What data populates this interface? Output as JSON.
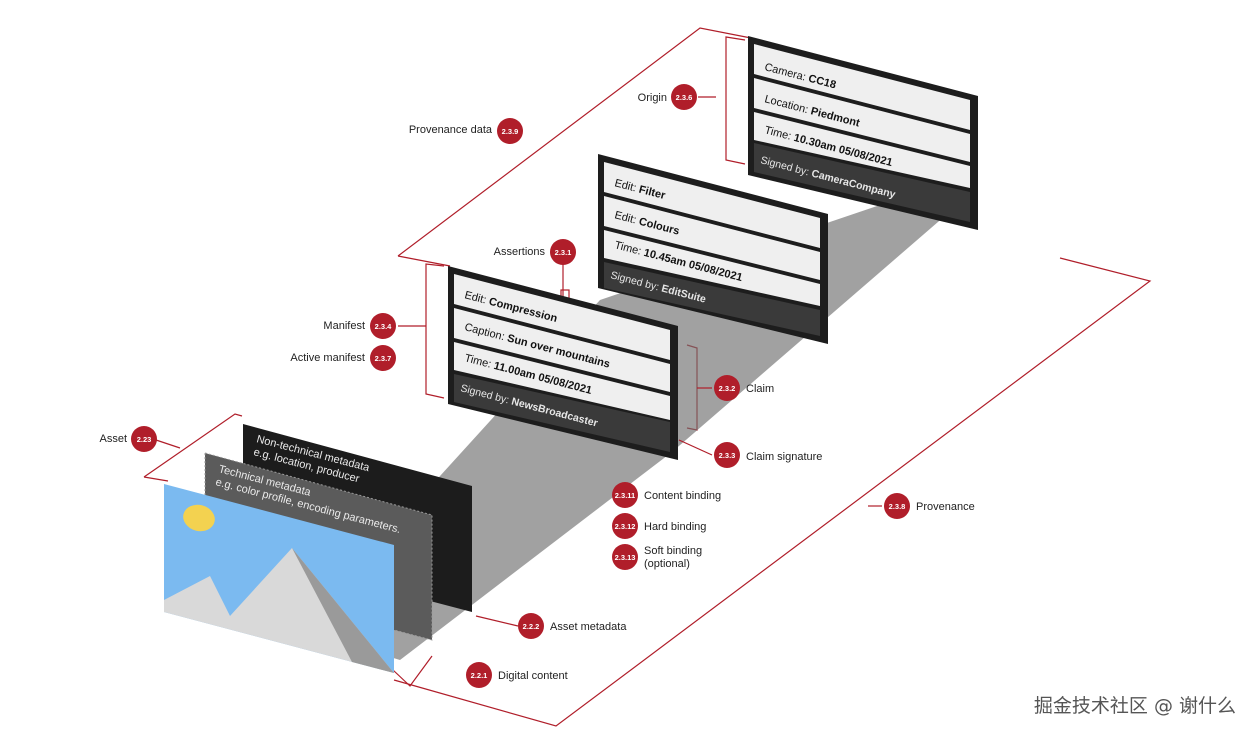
{
  "colors": {
    "accent": "#b01e2a",
    "card": "#1f1f1f",
    "beam": "#7a7a7a",
    "sky": "#7bbaf0",
    "sun": "#f3d250"
  },
  "origin_card": {
    "rows": [
      {
        "key": "Camera: ",
        "value": "CC18"
      },
      {
        "key": "Location: ",
        "value": "Piedmont"
      },
      {
        "key": "Time: ",
        "value": "10.30am 05/08/2021"
      }
    ],
    "signed_key": "Signed by: ",
    "signed_value": "CameraCompany"
  },
  "edit_card": {
    "rows": [
      {
        "key": "Edit: ",
        "value": "Filter"
      },
      {
        "key": "Edit: ",
        "value": "Colours"
      },
      {
        "key": "Time: ",
        "value": "10.45am 05/08/2021"
      }
    ],
    "signed_key": "Signed by: ",
    "signed_value": "EditSuite"
  },
  "active_card": {
    "rows": [
      {
        "key": "Edit: ",
        "value": "Compression"
      },
      {
        "key": "Caption: ",
        "value": "Sun over mountains"
      },
      {
        "key": "Time: ",
        "value": "11.00am 05/08/2021"
      }
    ],
    "signed_key": "Signed by: ",
    "signed_value": "NewsBroadcaster"
  },
  "metadata": {
    "non_technical_1": "Non-technical metadata",
    "non_technical_2": "e.g. location, producer",
    "technical_1": "Technical metadata",
    "technical_2": "e.g. color profile, encoding parameters."
  },
  "labels": {
    "origin": {
      "text": "Origin",
      "badge": "2.3.6"
    },
    "provenance_data": {
      "text": "Provenance data",
      "badge": "2.3.9"
    },
    "assertions": {
      "text": "Assertions",
      "badge": "2.3.1"
    },
    "manifest": {
      "text": "Manifest",
      "badge": "2.3.4"
    },
    "active_manifest": {
      "text": "Active manifest",
      "badge": "2.3.7"
    },
    "claim": {
      "text": "Claim",
      "badge": "2.3.2"
    },
    "claim_signature": {
      "text": "Claim signature",
      "badge": "2.3.3"
    },
    "asset": {
      "text": "Asset",
      "badge": "2.23"
    },
    "content_binding": {
      "text": "Content binding",
      "badge": "2.3.11"
    },
    "hard_binding": {
      "text": "Hard binding",
      "badge": "2.3.12"
    },
    "soft_binding_1": "Soft binding",
    "soft_binding_2": "(optional)",
    "soft_binding_badge": "2.3.13",
    "provenance": {
      "text": "Provenance",
      "badge": "2.3.8"
    },
    "asset_metadata": {
      "text": "Asset metadata",
      "badge": "2.2.2"
    },
    "digital_content": {
      "text": "Digital content",
      "badge": "2.2.1"
    }
  },
  "watermark": "掘金技术社区 @ 谢什么"
}
